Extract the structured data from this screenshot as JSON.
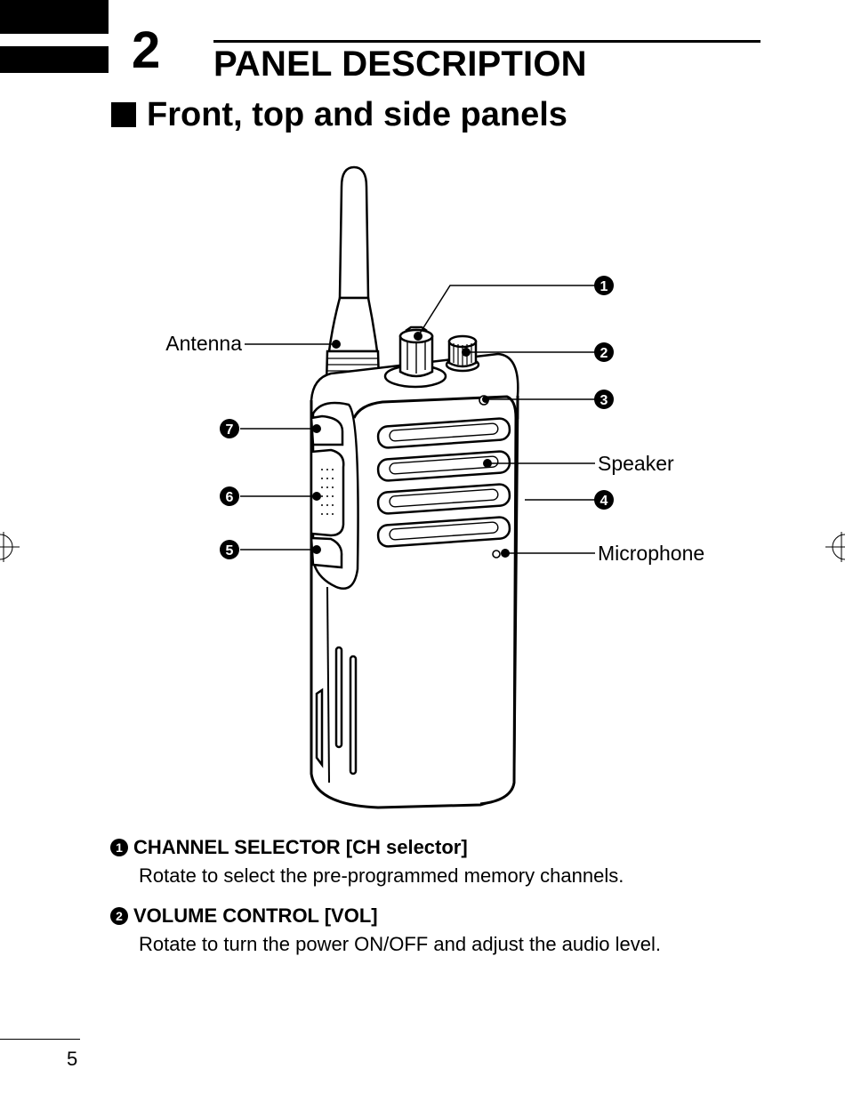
{
  "chapter": {
    "number": "2",
    "title": "PANEL DESCRIPTION"
  },
  "section": {
    "title": "Front, top and side panels"
  },
  "diagram": {
    "labels": {
      "antenna": "Antenna",
      "speaker": "Speaker",
      "microphone": "Microphone"
    },
    "callouts": [
      "1",
      "2",
      "3",
      "4",
      "5",
      "6",
      "7"
    ]
  },
  "descriptions": [
    {
      "number": "1",
      "heading": "CHANNEL SELECTOR [CH selector]",
      "body": "Rotate to select the pre-programmed memory channels."
    },
    {
      "number": "2",
      "heading": "VOLUME CONTROL [VOL]",
      "body": "Rotate to turn the power ON/OFF and adjust the audio level."
    }
  ],
  "page_number": "5"
}
